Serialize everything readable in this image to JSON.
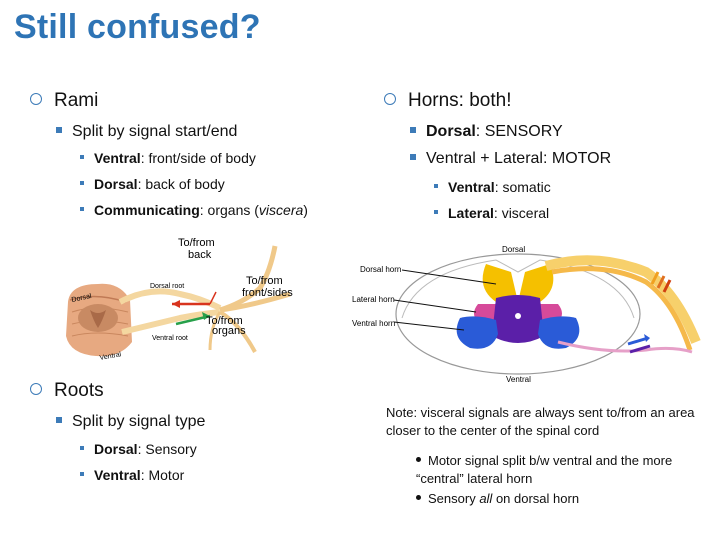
{
  "title": "Still confused?",
  "left": {
    "rami": {
      "heading": "Rami",
      "sub": "Split by signal start/end",
      "items": [
        {
          "bold": "Ventral",
          "rest": ": front/side of body"
        },
        {
          "bold": "Dorsal",
          "rest": ": back of body"
        },
        {
          "bold": "Communicating",
          "rest": ": organs (",
          "italic": "viscera",
          "tail": ")"
        }
      ]
    },
    "roots": {
      "heading": "Roots",
      "sub": "Split by signal type",
      "items": [
        {
          "bold": "Dorsal",
          "rest": ": Sensory"
        },
        {
          "bold": "Ventral",
          "rest": ": Motor"
        }
      ]
    }
  },
  "right": {
    "horns": {
      "heading": "Horns: both!",
      "subs": [
        {
          "bold": "Dorsal",
          "rest": ": SENSORY"
        },
        {
          "bold": "",
          "rest": "Ventral + Lateral: MOTOR"
        }
      ],
      "items": [
        {
          "bold": "Ventral",
          "rest": ": somatic"
        },
        {
          "bold": "Lateral",
          "rest": ": visceral"
        }
      ]
    }
  },
  "diagram_left": {
    "to_back": "To/from back",
    "to_front": "To/from front/sides",
    "to_organs": "To/from organs",
    "dorsal_root": "Dorsal root",
    "ventral_root": "Ventral root",
    "dorsal": "Dorsal",
    "ventral": "Ventral",
    "colors": {
      "orange": "#e8a85a",
      "pink": "#e9b7a8",
      "red": "#d8341e",
      "green": "#27a04a"
    }
  },
  "diagram_right": {
    "dorsal": "Dorsal",
    "dorsal_horn": "Dorsal horn",
    "lateral_horn": "Lateral horn",
    "ventral_horn": "Ventral horn",
    "ventral": "Ventral",
    "colors": {
      "dorsal_horn": "#f5c000",
      "lateral_horn": "#d64a9a",
      "ventral_horn": "#2a5bd7",
      "purple": "#5b1fa8"
    }
  },
  "note": {
    "text": "Note: visceral signals are always sent to/from an area closer to the center of the spinal cord",
    "b1_pre": "Motor signal split b/w ventral and the more “central” lateral horn",
    "b2_pre": "Sensory ",
    "b2_it": "all",
    "b2_post": " on dorsal horn"
  }
}
